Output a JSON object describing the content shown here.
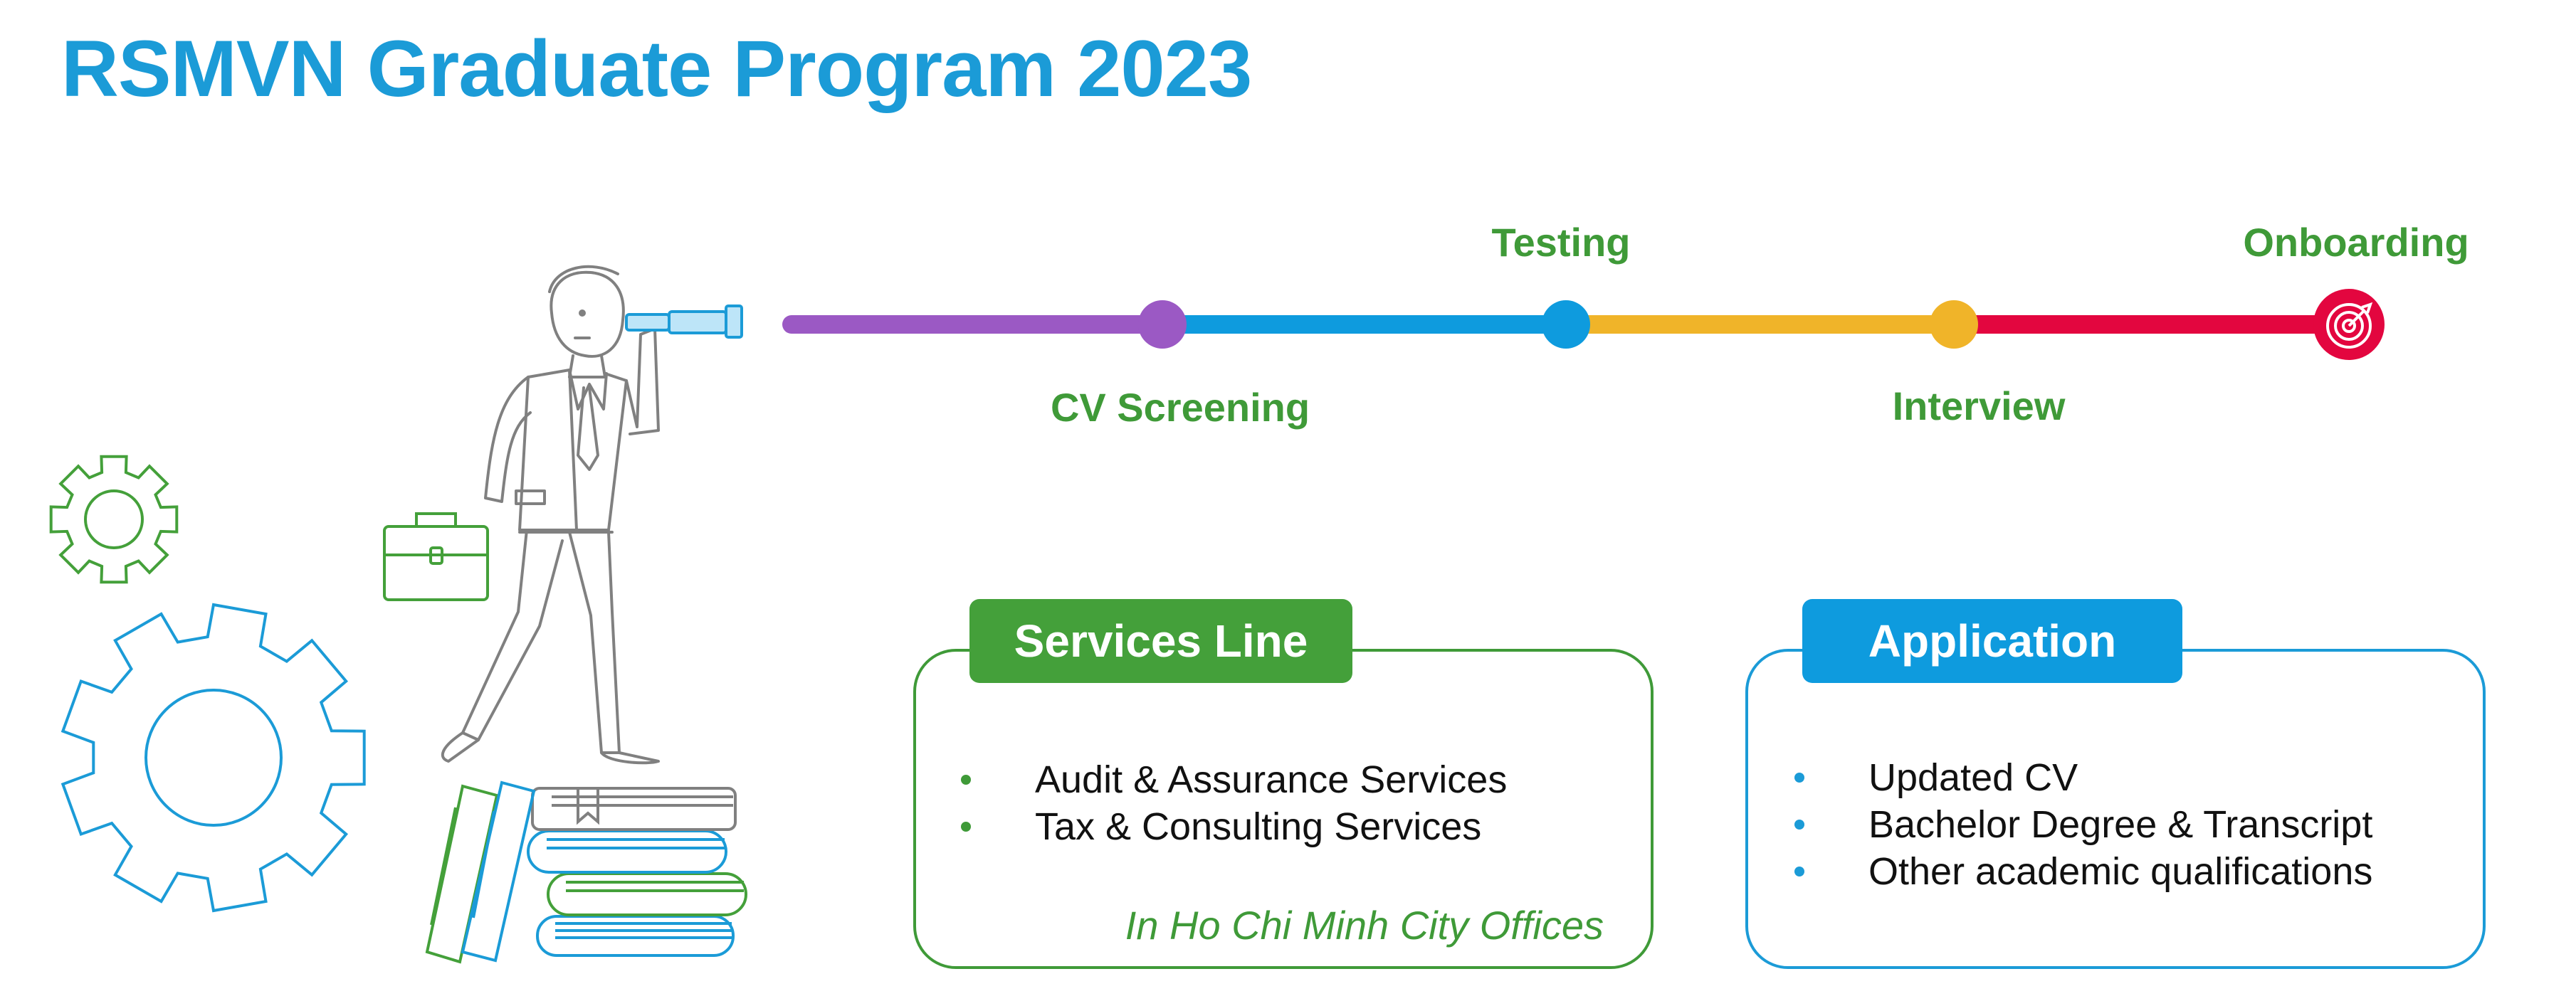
{
  "title": "RSMVN Graduate Program 2023",
  "timeline": {
    "stages": [
      "CV Screening",
      "Testing",
      "Interview",
      "Onboarding"
    ],
    "colors": {
      "segment_1": "#9b59c4",
      "segment_2": "#0e9bde",
      "segment_3": "#f0b429",
      "segment_4": "#e3063f"
    }
  },
  "services": {
    "heading": "Services Line",
    "items": [
      "Audit & Assurance Services",
      "Tax & Consulting Services"
    ],
    "location": "In Ho Chi Minh City Offices"
  },
  "application": {
    "heading": "Application",
    "items": [
      "Updated CV",
      "Bachelor Degree & Transcript",
      "Other academic qualifications"
    ]
  },
  "colors": {
    "brand_blue": "#1b9bd7",
    "brand_green": "#3f9a38"
  },
  "icons": [
    "gear-icon",
    "businessman-icon",
    "telescope-icon",
    "briefcase-icon",
    "books-icon",
    "target-icon"
  ]
}
